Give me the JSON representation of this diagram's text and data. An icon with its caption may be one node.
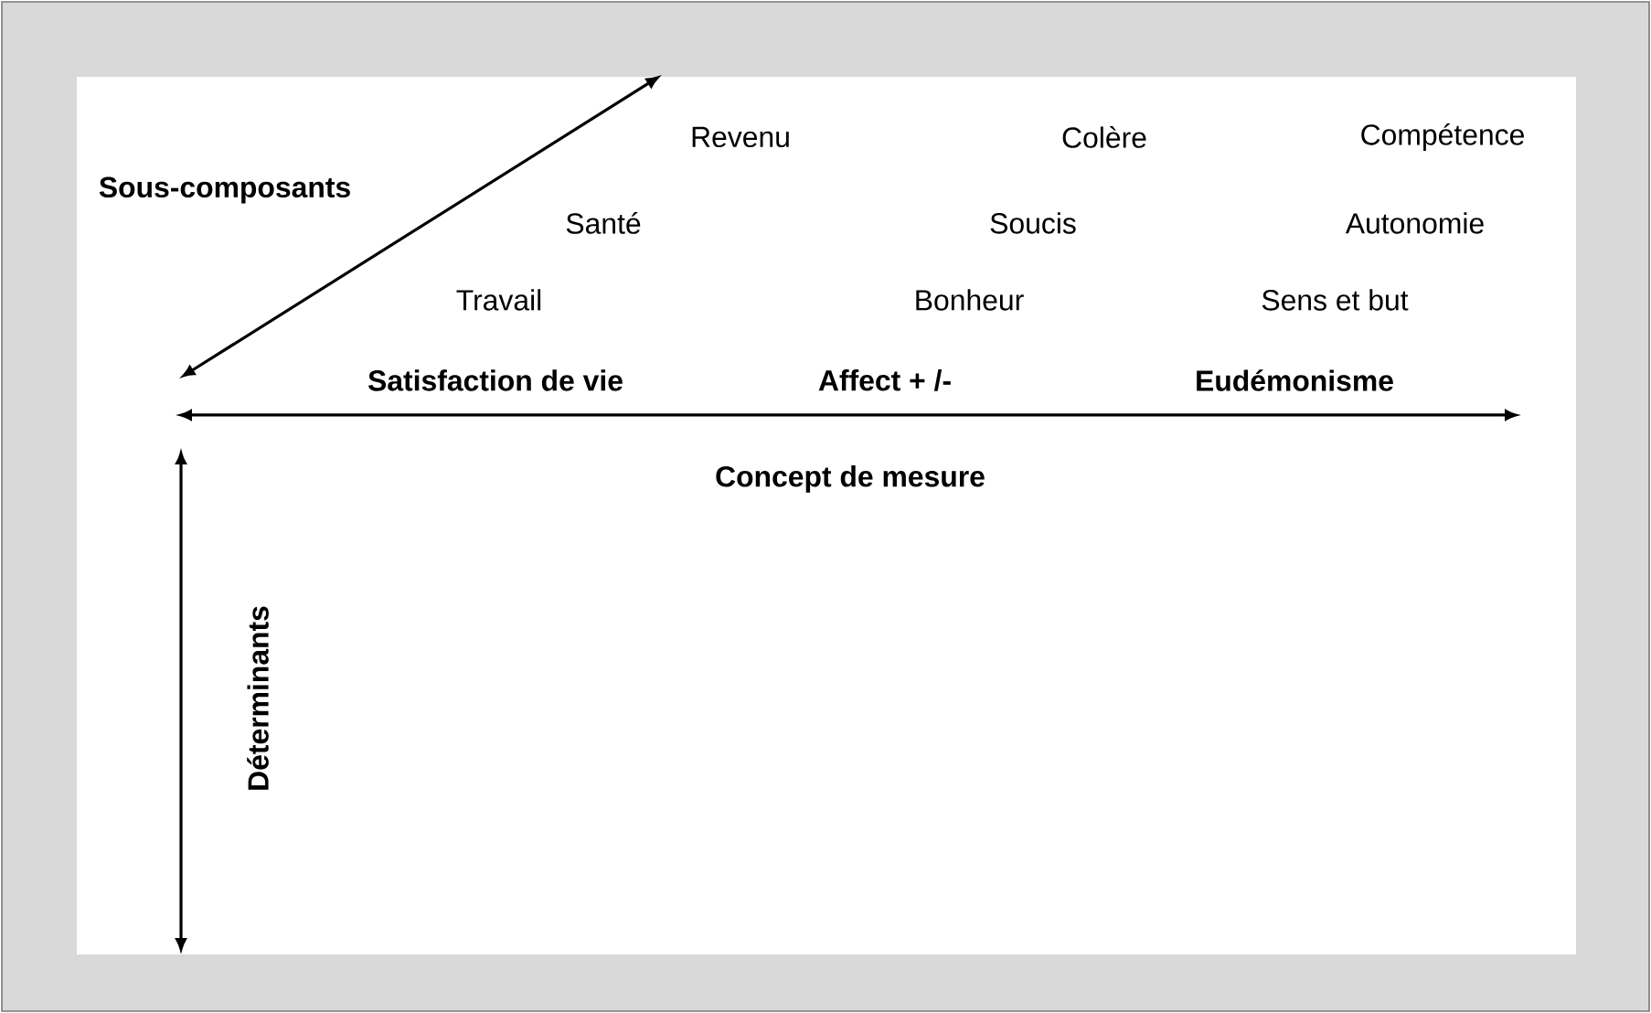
{
  "diagram": {
    "labels": [
      "Revenu",
      "Colère",
      "Compétence",
      "Sous-composants",
      "Santé",
      "Soucis",
      "Autonomie",
      "Travail",
      "Bonheur",
      "Sens et but",
      "Satisfaction de vie",
      "Affect + /-",
      "Eudémonisme",
      "Concept de mesure",
      "Déterminants"
    ]
  }
}
